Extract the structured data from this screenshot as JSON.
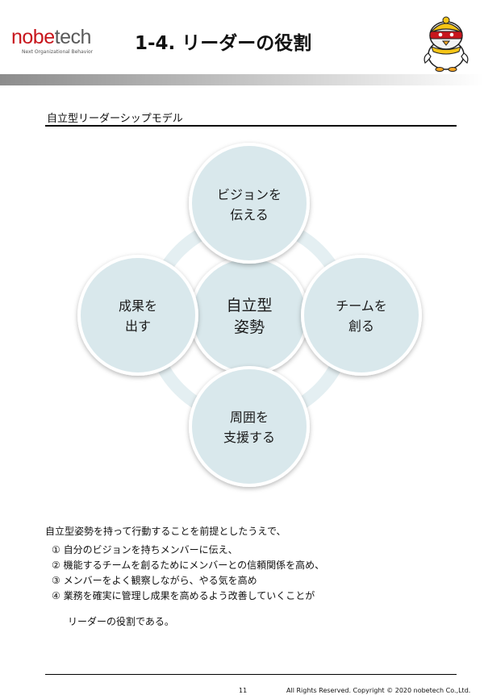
{
  "header": {
    "logo_part1": "nobe",
    "logo_part2": "tech",
    "logo_tagline": "Next Organizational Behavior",
    "title": "1-4. リーダーの役割"
  },
  "section": {
    "label": "自立型リーダーシップモデル"
  },
  "diagram": {
    "center": [
      "自立型",
      "姿勢"
    ],
    "top": [
      "ビジョンを",
      "伝える"
    ],
    "right": [
      "チームを",
      "創る"
    ],
    "bottom": [
      "周囲を",
      "支援する"
    ],
    "left": [
      "成果を",
      "出す"
    ],
    "colors": {
      "fill": "#d9e8ec",
      "ring": "#e6f0f3",
      "stroke": "#ffffff"
    }
  },
  "body": {
    "intro": "自立型姿勢を持って行動することを前提としたうえで、",
    "items": [
      "① 自分のビジョンを持ちメンバーに伝え、",
      "② 機能するチームを創るためにメンバーとの信頼関係を高め、",
      "③ メンバーをよく観察しながら、やる気を高め",
      "④ 業務を確実に管理し成果を高めるよう改善していくことが"
    ],
    "item4_continuation": "リーダーの役割である。"
  },
  "footer": {
    "page_number": "11",
    "copyright": "All Rights Reserved. Copyright © 2020 nobetech Co.,Ltd."
  }
}
